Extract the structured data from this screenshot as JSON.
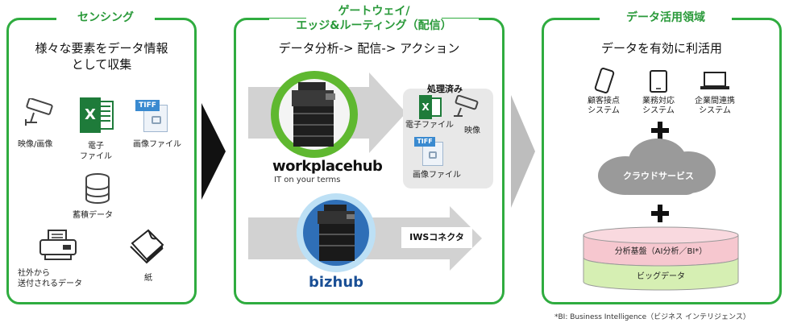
{
  "sensing": {
    "title": "センシング",
    "subtitle_line1": "様々な要素をデータ情報",
    "subtitle_line2": "として収集",
    "items": {
      "video": "映像/画像",
      "efile_line1": "電子",
      "efile_line2": "ファイル",
      "imagefile": "画像ファイル",
      "storage": "蓄積データ",
      "external_line1": "社外から",
      "external_line2": "送付されるデータ",
      "paper": "紙"
    },
    "excel_glyph": "X",
    "tiff_glyph": "TIFF"
  },
  "gateway": {
    "title_line1": "ゲートウェイ/",
    "title_line2": "エッジ&ルーティング（配信）",
    "subtitle": "データ分析-> 配信-> アクション",
    "processed_title": "処理済み",
    "processed_items": {
      "efile": "電子ファイル",
      "video": "映像",
      "imagefile": "画像ファイル"
    },
    "workplacehub_logo": "workplacehub",
    "workplacehub_tagline": "IT on your terms",
    "bizhub_logo": "bizhub",
    "iws_label": "IWSコネクタ",
    "excel_glyph": "X",
    "tiff_glyph": "TIFF"
  },
  "utilization": {
    "title": "データ活用領域",
    "subtitle": "データを有効に利活用",
    "systems": [
      {
        "line1": "顧客接点",
        "line2": "システム"
      },
      {
        "line1": "業務対応",
        "line2": "システム"
      },
      {
        "line1": "企業間連携",
        "line2": "システム"
      }
    ],
    "cloud_label": "クラウドサービス",
    "analysis_label": "分析基盤（AI分析／BI*）",
    "bigdata_label": "ビッグデータ"
  },
  "footnote": "*BI: Business Intelligence（ビジネス インテリジェンス）",
  "colors": {
    "brand_green": "#2fac3f",
    "excel_green": "#1e7b3a",
    "tiff_blue": "#3a8ad0",
    "pink": "#f6c7cf",
    "light_green": "#d6efb3"
  }
}
